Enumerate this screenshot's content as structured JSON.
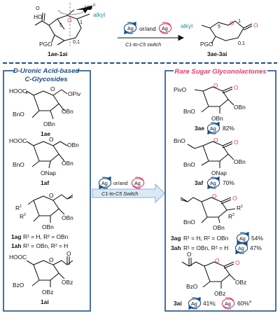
{
  "header": {
    "start_label": "1ae-1ai",
    "product_label": "3ae-3ai",
    "or_and": "or/and",
    "switch_label": "C1-to-C5 switch",
    "rotation": "180",
    "rotation_sup": "0",
    "alkyl": "alkyl",
    "carbon_5": "5",
    "carbon_1": "1",
    "ring_index": "0,1",
    "pgo": "PGO",
    "ho": "HO",
    "o_ring": "O"
  },
  "badges": {
    "ag": "Ag"
  },
  "colors": {
    "frame_blue": "#1a4f8a",
    "pink": "#e23a6a",
    "teal": "#1f8f9a",
    "arrow_fill": "#dbe9f7",
    "arrow_stroke": "#8ab0d8"
  },
  "left_panel": {
    "title_line1": "D-Uronic Acid-based",
    "title_line2": "C-Glycosides"
  },
  "right_panel": {
    "title": "Rare Sugar Glyconolactones"
  },
  "middle": {
    "or_and": "or/and",
    "switch_label": "C1-to-C5 Switch"
  },
  "left": {
    "ae": {
      "hooc": "HOOC",
      "o": "O",
      "opiv": "OPiv",
      "bno": "BnO",
      "obn1": "OBn",
      "obn2": "OBn",
      "label": "1ae"
    },
    "af": {
      "hooc": "HOOC",
      "o": "O",
      "obn": "OBn",
      "bno": "BnO",
      "obn2": "OBn",
      "onap": "ONap",
      "label": "1af"
    },
    "ag": {
      "o": "O",
      "r1": "R",
      "r1sup": "1",
      "r2": "R",
      "r2sup": "2",
      "obn1": "OBn",
      "obn2": "OBn",
      "line1_label": "1ag",
      "line1_text": "R¹ = H, R² = OBn",
      "line2_label": "1ah",
      "line2_text": "R¹ = OBn, R² = H"
    },
    "ai": {
      "hooc": "HOOC",
      "o": "O",
      "o_ketone": "O",
      "bzo": "BzO",
      "obz1": "OBz",
      "obz2": "OBz",
      "label": "1ai"
    }
  },
  "right": {
    "ae": {
      "pivo": "PivO",
      "o_ring": "O",
      "o_carbonyl": "O",
      "bno": "BnO",
      "obn": "OBn",
      "obn2": "OBn",
      "label": "3ae",
      "yield": "82%"
    },
    "af": {
      "bno": "BnO",
      "o_ring": "O",
      "o_carbonyl": "O",
      "bno2": "BnO",
      "obn": "OBn",
      "onap": "ONap",
      "label": "3af",
      "yield": "70%"
    },
    "ag": {
      "o_ring": "O",
      "o_carbonyl": "O",
      "r1": "R",
      "r1sup": "1",
      "r2": "R",
      "r2sup": "2",
      "bno": "BnO",
      "obn": "OBn",
      "line1_label": "3ag",
      "line1_text": "R¹ = H, R² = OBn",
      "line1_yield": "54%",
      "line2_label": "3ah",
      "line2_text": "R¹ = OBn, R² = H",
      "line2_yield": "47%"
    },
    "ai": {
      "o_ketone": "O",
      "o_ring": "O",
      "o_carbonyl": "O",
      "bzo": "BzO",
      "obz": "OBz",
      "obz2": "OBz",
      "label": "3ai",
      "yield1": "41%",
      "separator": ";",
      "yield2": "60%",
      "yield2_sup": "a"
    }
  }
}
